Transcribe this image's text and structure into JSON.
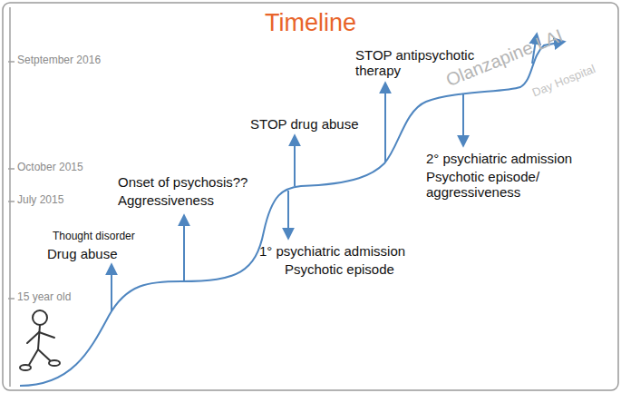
{
  "diagram": {
    "title": "Timeline",
    "labels": [
      "Setptember 2016",
      "October 2015",
      "July 2015",
      "15 year old",
      "Thought disorder",
      "Drug abuse",
      "Onset of psychosis??",
      "Aggressiveness",
      "STOP drug abuse",
      "STOP antipsychotic therapy",
      "1° psychiatric admission",
      "Psychotic episode",
      "2° psychiatric admission",
      "Psychotic episode/ aggressiveness",
      "Olanzapine LAI",
      "Day Hospital"
    ]
  }
}
